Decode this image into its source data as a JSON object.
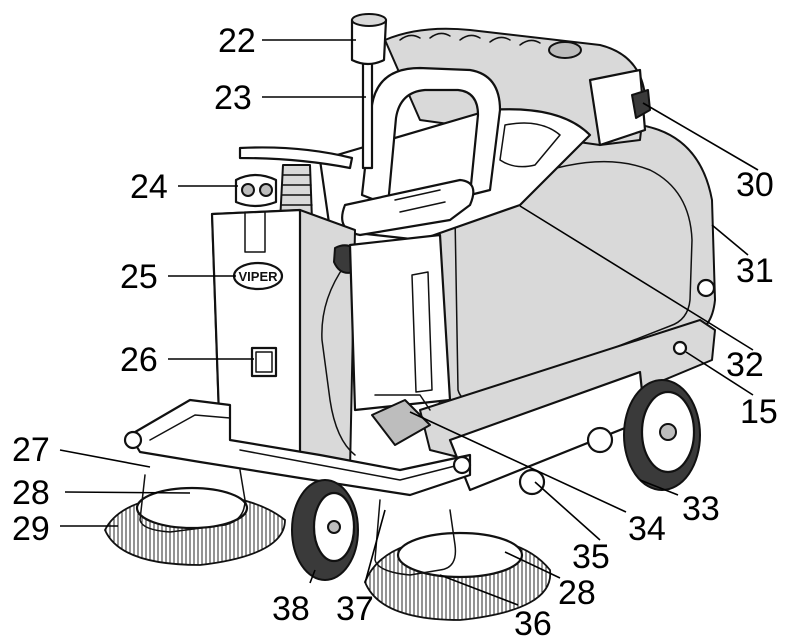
{
  "diagram": {
    "brand_logo": "VIPER",
    "callouts": [
      {
        "id": "c22",
        "label": "22"
      },
      {
        "id": "c23",
        "label": "23"
      },
      {
        "id": "c24",
        "label": "24"
      },
      {
        "id": "c25",
        "label": "25"
      },
      {
        "id": "c26",
        "label": "26"
      },
      {
        "id": "c27",
        "label": "27"
      },
      {
        "id": "c28a",
        "label": "28"
      },
      {
        "id": "c29",
        "label": "29"
      },
      {
        "id": "c30",
        "label": "30"
      },
      {
        "id": "c31",
        "label": "31"
      },
      {
        "id": "c32",
        "label": "32"
      },
      {
        "id": "c15",
        "label": "15"
      },
      {
        "id": "c33",
        "label": "33"
      },
      {
        "id": "c34",
        "label": "34"
      },
      {
        "id": "c35",
        "label": "35"
      },
      {
        "id": "c28b",
        "label": "28"
      },
      {
        "id": "c36",
        "label": "36"
      },
      {
        "id": "c37",
        "label": "37"
      },
      {
        "id": "c38",
        "label": "38"
      }
    ]
  }
}
